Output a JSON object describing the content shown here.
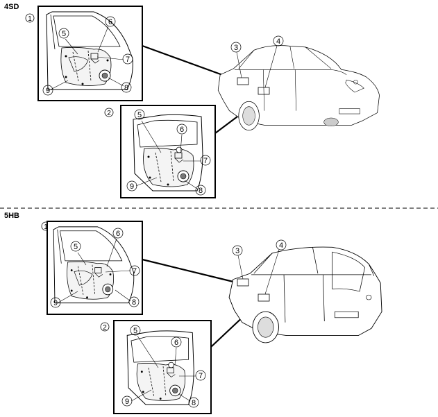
{
  "sections": [
    {
      "label": "4SD"
    },
    {
      "label": "5HB"
    }
  ],
  "labels": {
    "front_door": "1",
    "rear_door": "2",
    "front_door_ref": "3",
    "rear_door_ref": "4",
    "part_5": "5",
    "part_6": "6",
    "part_7": "7",
    "part_8": "8",
    "part_9": "9"
  }
}
